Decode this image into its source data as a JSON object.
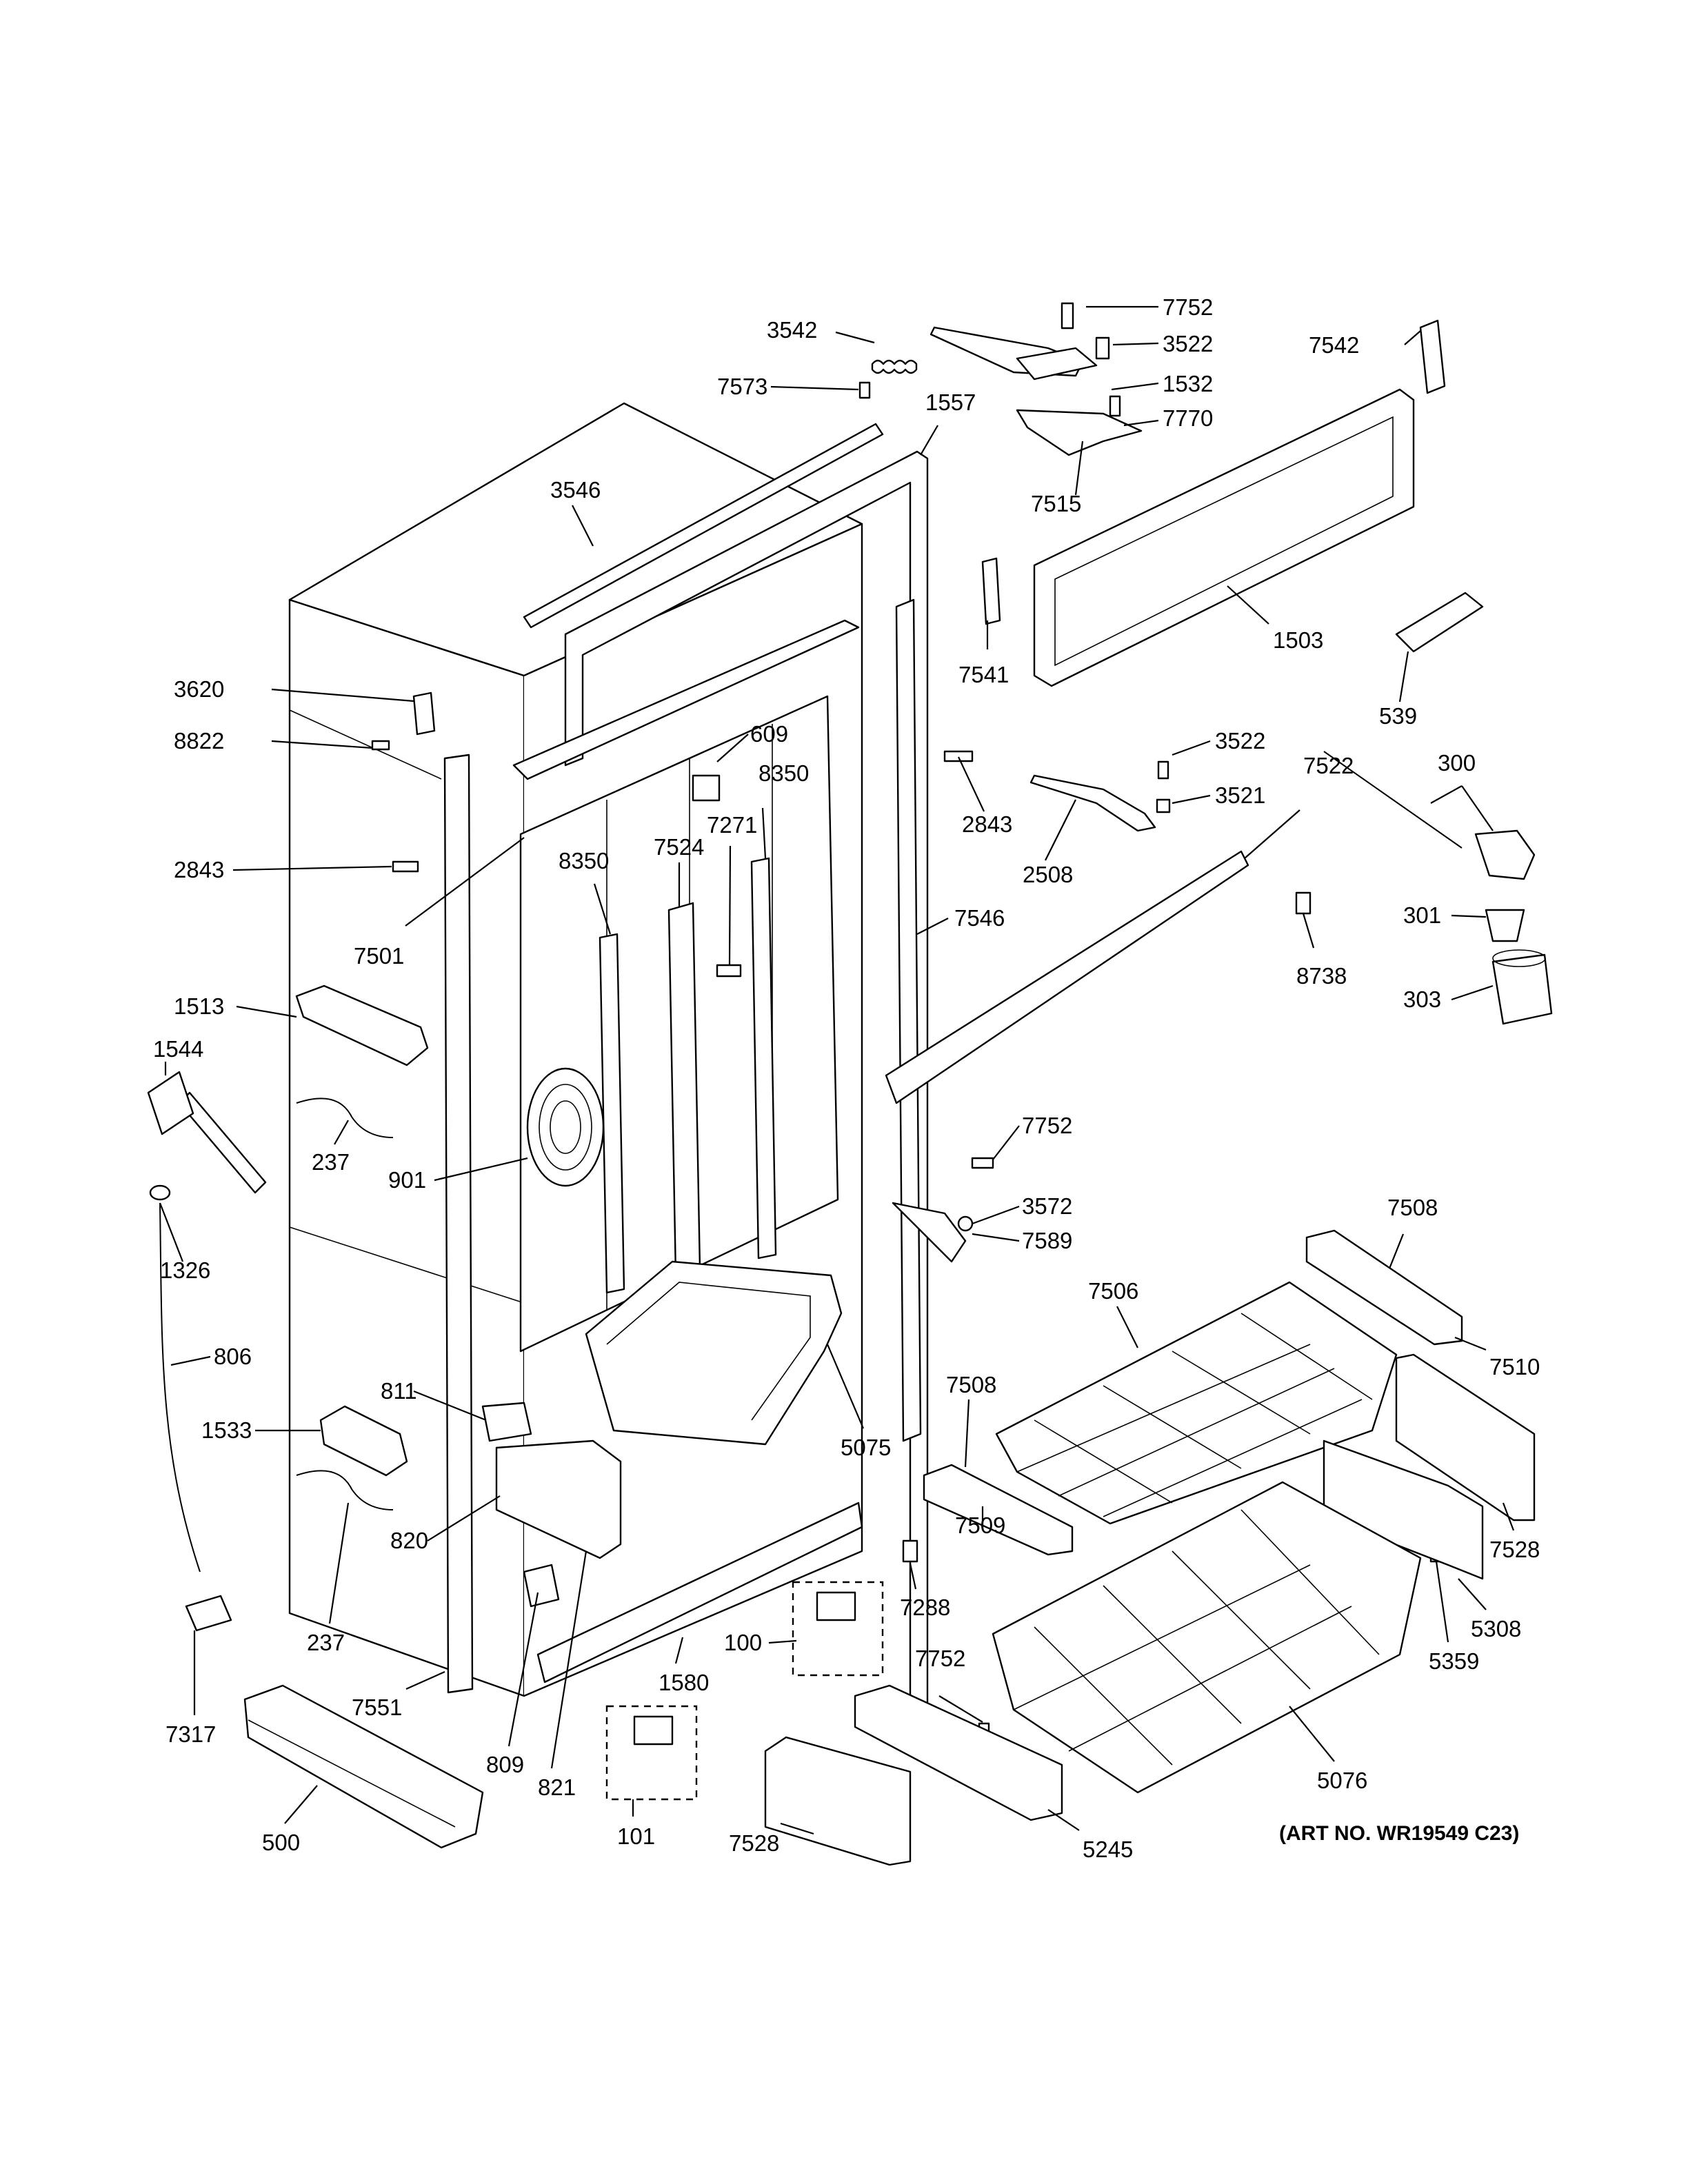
{
  "art_number": "(ART NO. WR19549 C23)",
  "callouts": [
    {
      "id": "c7752a",
      "text": "7752"
    },
    {
      "id": "c3542",
      "text": "3542"
    },
    {
      "id": "c3522a",
      "text": "3522"
    },
    {
      "id": "c7542",
      "text": "7542"
    },
    {
      "id": "c7573",
      "text": "7573"
    },
    {
      "id": "c1532",
      "text": "1532"
    },
    {
      "id": "c1557",
      "text": "1557"
    },
    {
      "id": "c7770",
      "text": "7770"
    },
    {
      "id": "c3546",
      "text": "3546"
    },
    {
      "id": "c7515",
      "text": "7515"
    },
    {
      "id": "c1503",
      "text": "1503"
    },
    {
      "id": "c7541",
      "text": "7541"
    },
    {
      "id": "c539",
      "text": "539"
    },
    {
      "id": "c3620",
      "text": "3620"
    },
    {
      "id": "c8822",
      "text": "8822"
    },
    {
      "id": "c609",
      "text": "609"
    },
    {
      "id": "c3522b",
      "text": "3522"
    },
    {
      "id": "c8350a",
      "text": "8350"
    },
    {
      "id": "c3521",
      "text": "3521"
    },
    {
      "id": "c300",
      "text": "300"
    },
    {
      "id": "c7271",
      "text": "7271"
    },
    {
      "id": "c2843a",
      "text": "2843"
    },
    {
      "id": "c7522",
      "text": "7522"
    },
    {
      "id": "c2843b",
      "text": "2843"
    },
    {
      "id": "c8350b",
      "text": "8350"
    },
    {
      "id": "c7524",
      "text": "7524"
    },
    {
      "id": "c2508",
      "text": "2508"
    },
    {
      "id": "c301",
      "text": "301"
    },
    {
      "id": "c7501",
      "text": "7501"
    },
    {
      "id": "c7546",
      "text": "7546"
    },
    {
      "id": "c8738",
      "text": "8738"
    },
    {
      "id": "c303",
      "text": "303"
    },
    {
      "id": "c1513",
      "text": "1513"
    },
    {
      "id": "c1544",
      "text": "1544"
    },
    {
      "id": "c7752b",
      "text": "7752"
    },
    {
      "id": "c237a",
      "text": "237"
    },
    {
      "id": "c901",
      "text": "901"
    },
    {
      "id": "c3572",
      "text": "3572"
    },
    {
      "id": "c7508a",
      "text": "7508"
    },
    {
      "id": "c7589",
      "text": "7589"
    },
    {
      "id": "c1326",
      "text": "1326"
    },
    {
      "id": "c7506",
      "text": "7506"
    },
    {
      "id": "c806",
      "text": "806"
    },
    {
      "id": "c7510",
      "text": "7510"
    },
    {
      "id": "c811",
      "text": "811"
    },
    {
      "id": "c7508b",
      "text": "7508"
    },
    {
      "id": "c1533",
      "text": "1533"
    },
    {
      "id": "c5075",
      "text": "5075"
    },
    {
      "id": "c820",
      "text": "820"
    },
    {
      "id": "c7528a",
      "text": "7528"
    },
    {
      "id": "c7509",
      "text": "7509"
    },
    {
      "id": "c7288",
      "text": "7288"
    },
    {
      "id": "c5308",
      "text": "5308"
    },
    {
      "id": "c237b",
      "text": "237"
    },
    {
      "id": "c100",
      "text": "100"
    },
    {
      "id": "c5359",
      "text": "5359"
    },
    {
      "id": "c7752c",
      "text": "7752"
    },
    {
      "id": "c7551",
      "text": "7551"
    },
    {
      "id": "c1580",
      "text": "1580"
    },
    {
      "id": "c7317",
      "text": "7317"
    },
    {
      "id": "c809",
      "text": "809"
    },
    {
      "id": "c5076",
      "text": "5076"
    },
    {
      "id": "c821",
      "text": "821"
    },
    {
      "id": "c5245",
      "text": "5245"
    },
    {
      "id": "c500",
      "text": "500"
    },
    {
      "id": "c101",
      "text": "101"
    },
    {
      "id": "c7528b",
      "text": "7528"
    }
  ]
}
